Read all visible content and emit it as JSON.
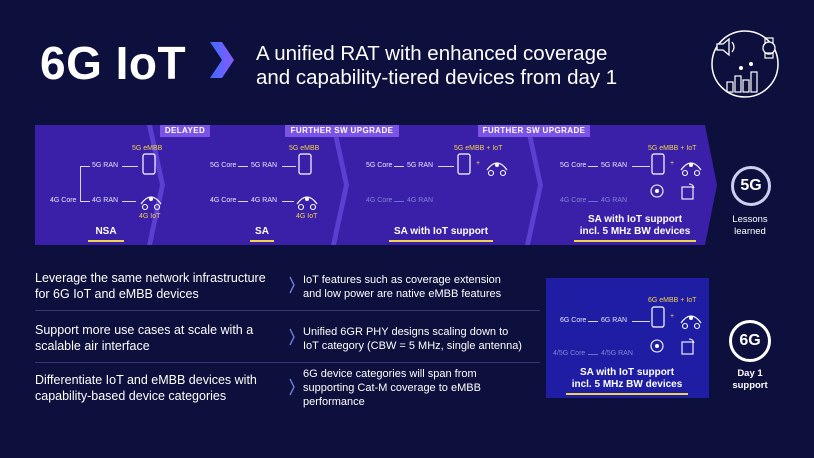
{
  "header": {
    "title": "6G IoT",
    "subtitle_line1": "A unified RAT with enhanced coverage",
    "subtitle_line2": "and capability-tiered devices from day 1"
  },
  "colors": {
    "background": "#0d0f3d",
    "band": "#3a1fa8",
    "accent_yellow": "#f2d44a",
    "tag_purple": "#7b53e6",
    "day1_box": "#1e1da3"
  },
  "lte_stages": {
    "tags": [
      "DELAYED",
      "FURTHER SW UPGRADE",
      "FURTHER SW UPGRADE"
    ],
    "stage1": {
      "core": "4G Core",
      "ran5g": "5G RAN",
      "ran4g": "4G RAN",
      "dev1": "5G eMBB",
      "dev2": "4G IoT",
      "label": "NSA"
    },
    "stage2": {
      "core5g": "5G Core",
      "ran5g": "5G RAN",
      "core4g": "4G Core",
      "ran4g": "4G RAN",
      "dev1": "5G eMBB",
      "dev2": "4G IoT",
      "label": "SA"
    },
    "stage3": {
      "core5g": "5G Core",
      "ran5g": "5G RAN",
      "core4g": "4G Core",
      "ran4g": "4G RAN",
      "dev": "5G eMBB + IoT",
      "label": "SA with IoT support"
    },
    "stage4": {
      "core5g": "5G Core",
      "ran5g": "5G RAN",
      "core4g": "4G Core",
      "ran4g": "4G RAN",
      "dev": "5G eMBB + IoT",
      "label_line1": "SA with IoT support",
      "label_line2": "incl. 5 MHz BW devices"
    },
    "side_circle": "5G",
    "side_label_line1": "Lessons",
    "side_label_line2": "learned"
  },
  "rows": [
    {
      "left_line1": "Leverage the same network infrastructure",
      "left_line2": "for 6G IoT and eMBB devices",
      "right_line1": "IoT features such as coverage extension",
      "right_line2": "and low power are native eMBB features",
      "right_line3": ""
    },
    {
      "left_line1": "Support more use cases at scale with a",
      "left_line2": "scalable air interface",
      "right_line1": "Unified 6GR PHY designs scaling down to",
      "right_line2": "IoT category (CBW = 5 MHz, single antenna)",
      "right_line3": ""
    },
    {
      "left_line1": "Differentiate IoT and eMBB devices with",
      "left_line2": "capability-based device categories",
      "right_line1": "6G device categories will span from",
      "right_line2": "supporting Cat-M coverage to eMBB",
      "right_line3": "performance"
    }
  ],
  "day1": {
    "dev": "6G eMBB + IoT",
    "core6g": "6G Core",
    "ran6g": "6G RAN",
    "core45": "4/5G Core",
    "ran45": "4/5G RAN",
    "label_line1": "SA with IoT support",
    "label_line2": "incl. 5 MHz BW devices",
    "side_circle": "6G",
    "side_label_line1": "Day 1",
    "side_label_line2": "support"
  }
}
